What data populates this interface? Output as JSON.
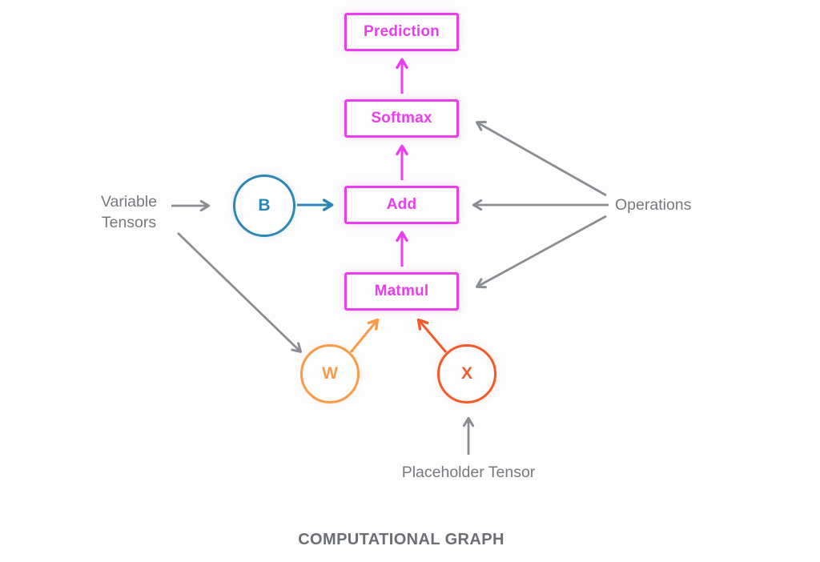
{
  "diagram": {
    "title": "COMPUTATIONAL GRAPH",
    "nodes": {
      "prediction": "Prediction",
      "softmax": "Softmax",
      "add": "Add",
      "matmul": "Matmul"
    },
    "tensors": {
      "b": "B",
      "w": "W",
      "x": "X"
    },
    "labels": {
      "variable_line1": "Variable",
      "variable_line2": "Tensors",
      "operations": "Operations",
      "placeholder": "Placeholder Tensor"
    },
    "colors": {
      "operation_magenta": "#ea3fec",
      "variable_blue": "#2e86b5",
      "weight_orange": "#f89b4b",
      "input_red_orange": "#f15b2b",
      "annotation_gray": "#8a8d91",
      "text_gray": "#76797d",
      "title_gray": "#6b6e72",
      "background": "#fdfdfd"
    }
  }
}
